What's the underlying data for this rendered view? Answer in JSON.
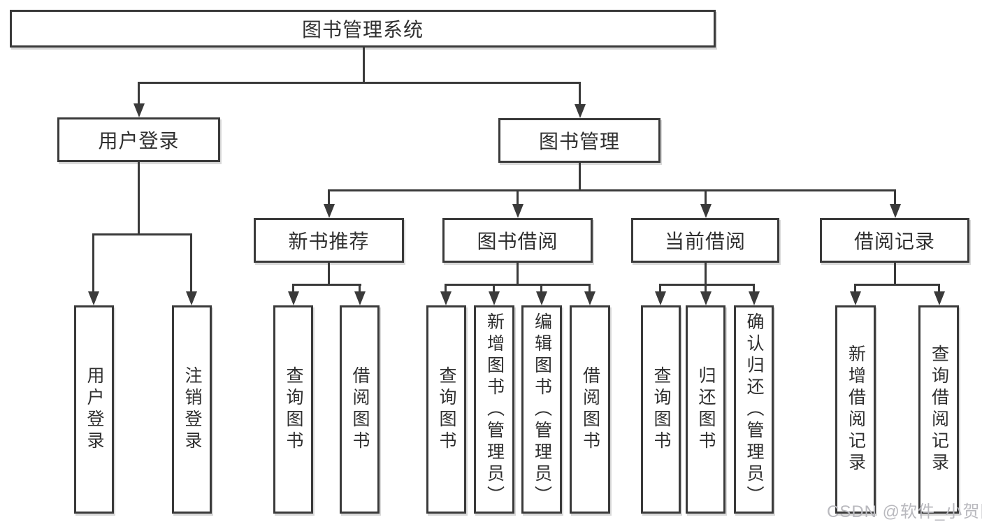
{
  "tree": {
    "label": "图书管理系统",
    "children": [
      {
        "label": "用户登录",
        "children": [
          {
            "label": "用户登录"
          },
          {
            "label": "注销登录"
          }
        ]
      },
      {
        "label": "图书管理",
        "children": [
          {
            "label": "新书推荐",
            "children": [
              {
                "label": "查询图书"
              },
              {
                "label": "借阅图书"
              }
            ]
          },
          {
            "label": "图书借阅",
            "children": [
              {
                "label": "查询图书"
              },
              {
                "label": "新增图书（管理员）"
              },
              {
                "label": "编辑图书（管理员）"
              },
              {
                "label": "借阅图书"
              }
            ]
          },
          {
            "label": "当前借阅",
            "children": [
              {
                "label": "查询图书"
              },
              {
                "label": "归还图书"
              },
              {
                "label": "确认归还（管理员）"
              }
            ]
          },
          {
            "label": "借阅记录",
            "children": [
              {
                "label": "新增借阅记录"
              },
              {
                "label": "查询借阅记录"
              }
            ]
          }
        ]
      }
    ]
  },
  "watermark": {
    "text": "CSDN @软件_小贺同学"
  },
  "colors": {
    "line": "#3a3a3a",
    "text": "#2f2f2f",
    "watermark": "#b9b9be",
    "background": "#ffffff",
    "box_fill": "#ffffff"
  }
}
